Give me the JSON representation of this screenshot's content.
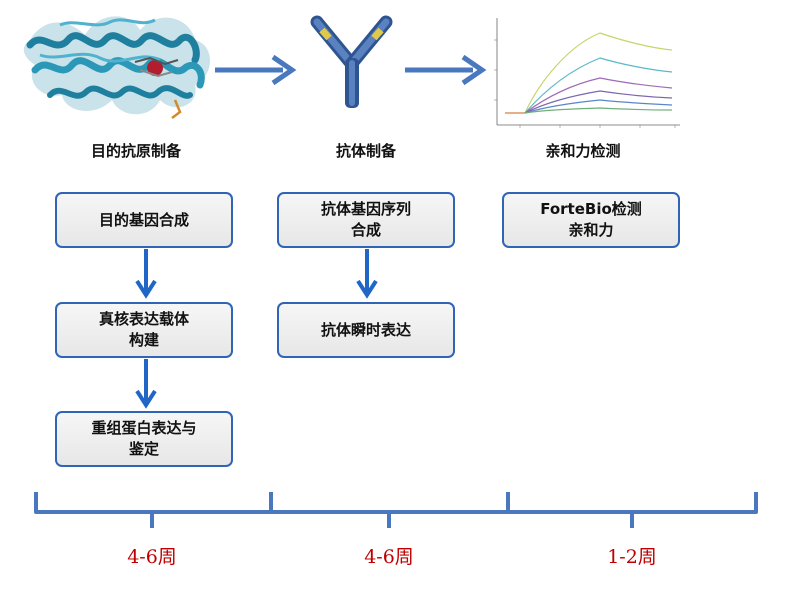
{
  "stages": [
    {
      "title": "目的抗原制备"
    },
    {
      "title": "抗体制备"
    },
    {
      "title": "亲和力检测"
    }
  ],
  "boxes": {
    "antigen_gene": "目的基因合成",
    "eukaryotic_vector": "真核表达载体\n构建",
    "protein_expression": "重组蛋白表达与\n鉴定",
    "antibody_gene": "抗体基因序列\n合成",
    "transient_expression": "抗体瞬时表达",
    "fortebio": "ForteBio检测\n亲和力"
  },
  "periods": [
    "4-6周",
    "4-6周",
    "1-2周"
  ],
  "colors": {
    "accent_blue": "#2f64b7",
    "period_red": "#c00000",
    "box_border": "#2f64b7"
  },
  "icons": [
    "protein-structure-icon",
    "antibody-icon",
    "binding-curve-chart-icon"
  ]
}
